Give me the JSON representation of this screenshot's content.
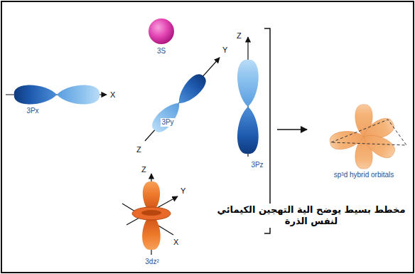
{
  "diagram": {
    "caption": "مخطط بسيط يوضح الية التهجين الكيمائي لنفس الذرة",
    "nodes": [
      {
        "text": [
          "3S"
        ]
      },
      {
        "text": [
          "3Px"
        ]
      },
      {
        "text": [
          "3Py"
        ]
      },
      {
        "text": [
          "3Pz"
        ]
      },
      {
        "text": [
          "3dz²"
        ]
      },
      {
        "text": [
          "sp³d hybrid orbitals"
        ]
      }
    ],
    "labels": [
      "X",
      "Y",
      "Z",
      "Z",
      "Z",
      "Y",
      "X"
    ]
  }
}
